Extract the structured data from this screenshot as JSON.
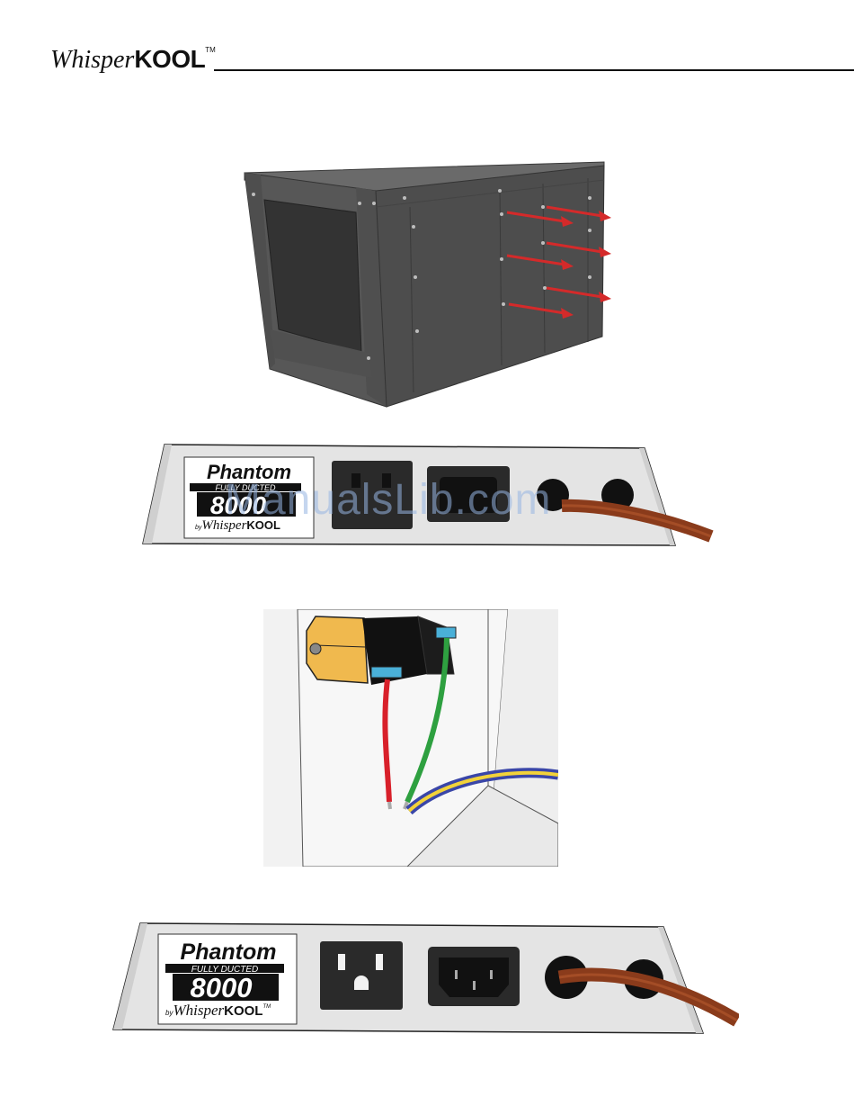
{
  "header": {
    "brand_script": "Whisper",
    "brand_bold": "KOOL",
    "brand_tm": "TM"
  },
  "panel_top": {
    "logo_title": "Phantom",
    "logo_subtitle": "FULLY DUCTED",
    "logo_model": "8000",
    "logo_by": "by",
    "logo_brand_script": "Whisper",
    "logo_brand_bold": "KOOL"
  },
  "panel_bottom": {
    "logo_title": "Phantom",
    "logo_subtitle": "FULLY DUCTED",
    "logo_model": "8000",
    "logo_by": "by",
    "logo_brand_script": "Whisper",
    "logo_brand_bold": "KOOL",
    "logo_tm": "TM"
  },
  "watermark": {
    "text": "ManualsLib.com"
  },
  "colors": {
    "unit_dark": "#4a4a4a",
    "unit_mid": "#5a5a5a",
    "arrow_red": "#d42a2a",
    "panel_gray": "#e4e4e4",
    "cord_brown": "#8a3b1b",
    "wire_red": "#d8202a",
    "wire_green": "#2ea040",
    "wire_yellow": "#f2d23a",
    "wire_blue": "#3a46a8",
    "connector_blue": "#4ab0d8",
    "relay_yellow": "#f0b94e"
  }
}
